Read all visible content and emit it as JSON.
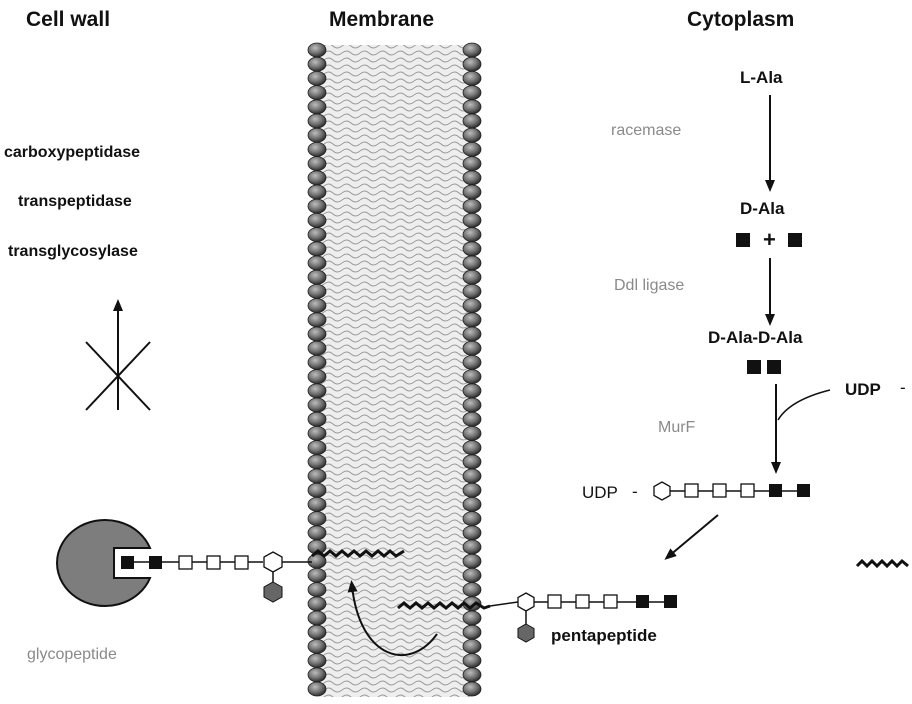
{
  "headers": {
    "cell_wall": "Cell wall",
    "membrane": "Membrane",
    "cytoplasm": "Cytoplasm"
  },
  "cell_wall_enzymes": [
    "carboxypeptidase",
    "transpeptidase",
    "transglycosylase"
  ],
  "pathway": {
    "l_ala": "L-Ala",
    "racemase": "racemase",
    "d_ala": "D-Ala",
    "plus": "+",
    "ddl_ligase": "Ddl ligase",
    "d_ala_d_ala": "D-Ala-D-Ala",
    "udp_side": "UDP",
    "udp_dash": "-",
    "murf": "MurF",
    "udp_chain": "UDP",
    "chain_dash": "-"
  },
  "labels": {
    "glycopeptide": "glycopeptide",
    "pentapeptide": "pentapeptide"
  },
  "colors": {
    "ink": "#111111",
    "grey_text": "#8a8a8a",
    "membrane_bead": "#6f6f6f",
    "antibiotic": "#7d7d7d"
  }
}
